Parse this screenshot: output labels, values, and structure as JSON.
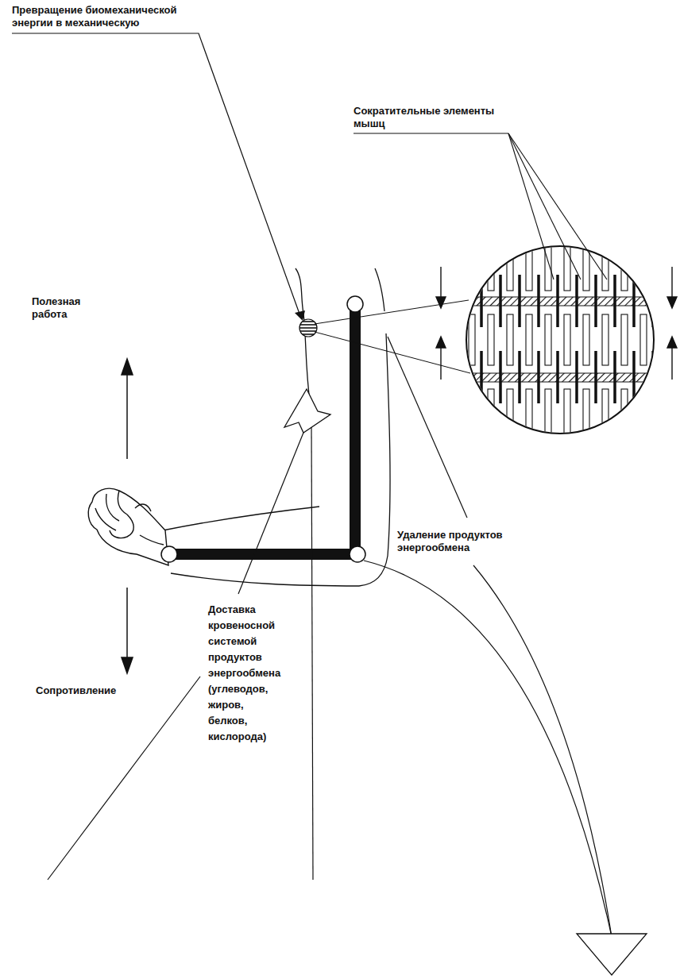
{
  "diagram": {
    "labels": [
      "Превращение биомеханической энергии в механическую",
      "Сократительные элементы мышц",
      "Полезная работа",
      "Сопротивление",
      "Удаление продуктов энергообмена",
      "Доставка кровеносной системой продуктов энергообмена (углеводов, жиров, белков, кислорода)"
    ]
  }
}
